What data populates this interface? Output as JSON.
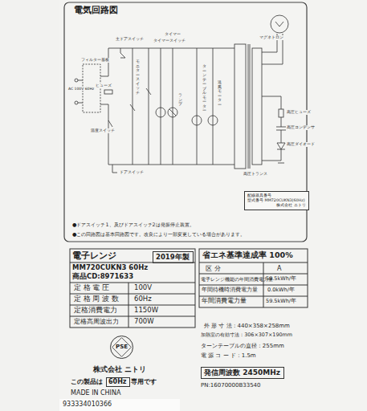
{
  "diagram": {
    "title": "電気回路図",
    "nodes": [
      {
        "text": [
          "配線器具番号",
          "型式番号 MM720CUKN3(60Hz)",
          "株式会社 ニトリ"
        ]
      },
      {
        "text": [
          "2019年製"
        ]
      },
      {
        "text": [
          "PSE"
        ]
      },
      {
        "text": [
          "60Hz"
        ]
      },
      {
        "text": [
          "発信周波数 2450MHz"
        ]
      }
    ],
    "labels": [
      "主ドアスイッチ",
      "タイマー",
      "タイマースイッチ",
      "フィルター基板",
      "AC 100V 60Hz",
      "ヒューズ",
      "温度スイッチ",
      "ドアスイッチ",
      "モニタースイッチ",
      "ランプ",
      "ターンテーブルモーター",
      "送風モーター",
      "マグネトロン",
      "高圧ヒューズ",
      "高圧コンデンサ",
      "高圧ダイオード",
      "高圧トランス",
      "●ドアスイッチ1、及びドアスイッチ2は発振停止装置。",
      "●この回路図は基本回路図です。改良により一部変更している場合があります。",
      "電子レンジ",
      "MM720CUKN3 60Hz",
      "商品CD:8971633",
      "定 格 電 圧",
      "100V",
      "定 格 周 波 数",
      "60Hz",
      "定格消費電力",
      "1150W",
      "定格高周波出力",
      "700W",
      "株式会社 ニトリ",
      "この製品は",
      "専用です",
      "MADE IN CHINA",
      "933334010366",
      "省エネ基準達成率 100%",
      "区 分",
      "A",
      "電子レンジ機能の年間消費電力量",
      "59.5kWh/年",
      "年間待機時消費電力量",
      "0.0kWh/年",
      "年間消費電力量",
      "59.5kWh/年",
      "外 形 寸 法 : 440×358×258mm",
      "加熱室の有効寸法 : 306×307×190mm",
      "ターンテーブルの直径 : 255mm",
      "電 源 コ ー ド : 1.5m",
      "PN:16070000B33540"
    ]
  }
}
